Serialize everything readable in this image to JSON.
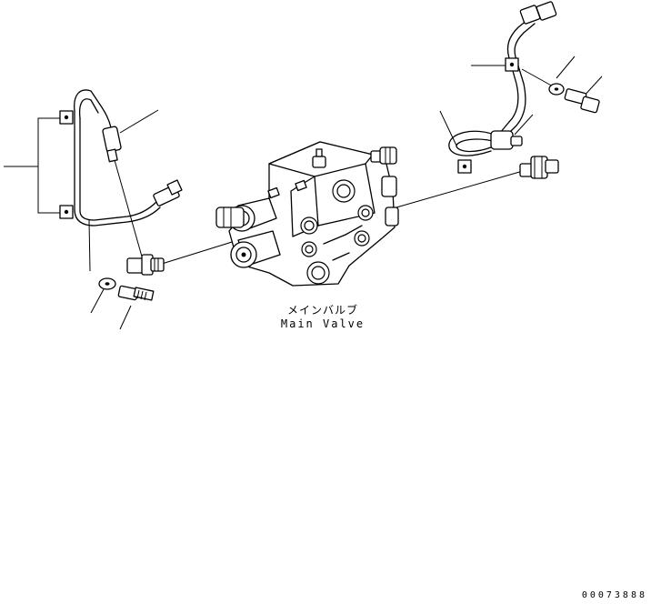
{
  "labels": {
    "main_valve_jp": "メインバルブ",
    "main_valve_en": "Main Valve"
  },
  "drawing_number": "00073888",
  "parts": [
    {
      "name": "main-valve"
    },
    {
      "name": "left-hose"
    },
    {
      "name": "left-clamp"
    },
    {
      "name": "left-tee-elbow"
    },
    {
      "name": "left-washer"
    },
    {
      "name": "left-bolt"
    },
    {
      "name": "right-hose"
    },
    {
      "name": "right-clamp"
    },
    {
      "name": "right-elbow"
    },
    {
      "name": "right-washer"
    },
    {
      "name": "right-bolt"
    }
  ]
}
